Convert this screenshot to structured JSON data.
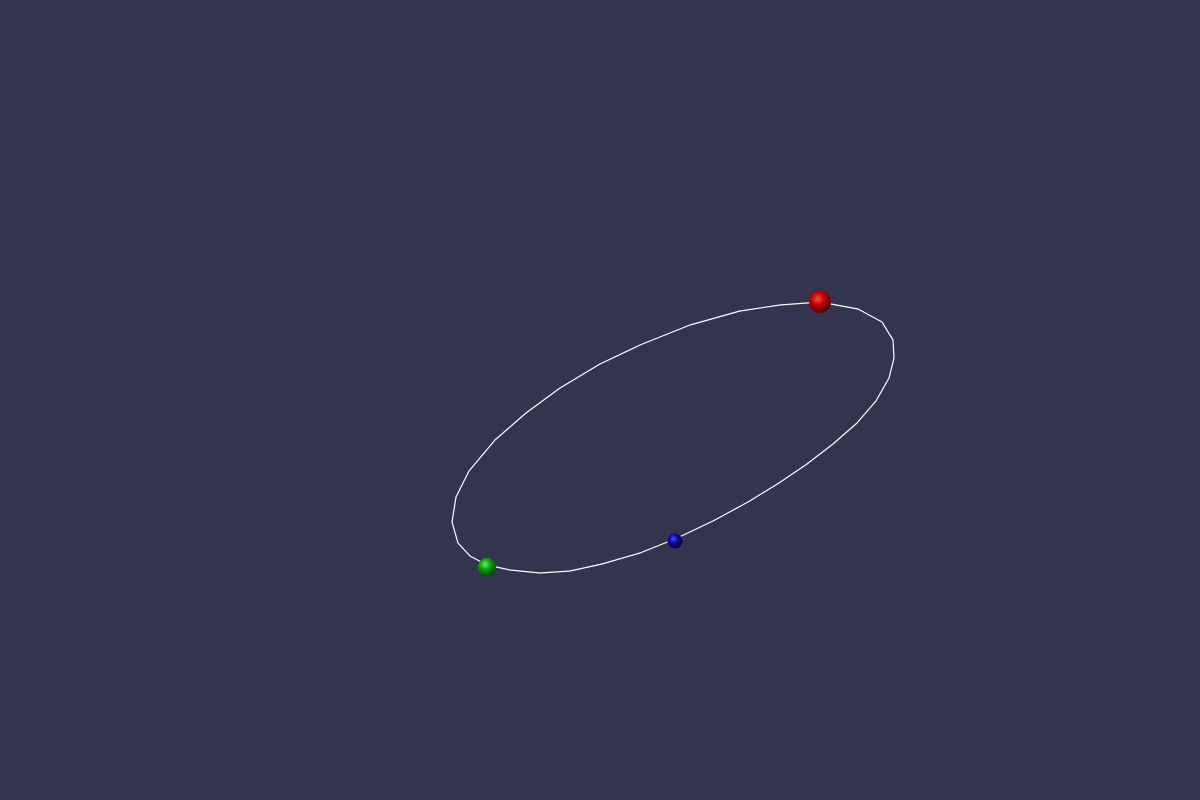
{
  "scene": {
    "background_color": "#34344f",
    "orbit_color": "#ffffff",
    "spheres": [
      {
        "name": "red-sphere",
        "color": "#c00000"
      },
      {
        "name": "blue-sphere",
        "color": "#0a0aa0"
      },
      {
        "name": "green-sphere",
        "color": "#10a010"
      }
    ]
  }
}
